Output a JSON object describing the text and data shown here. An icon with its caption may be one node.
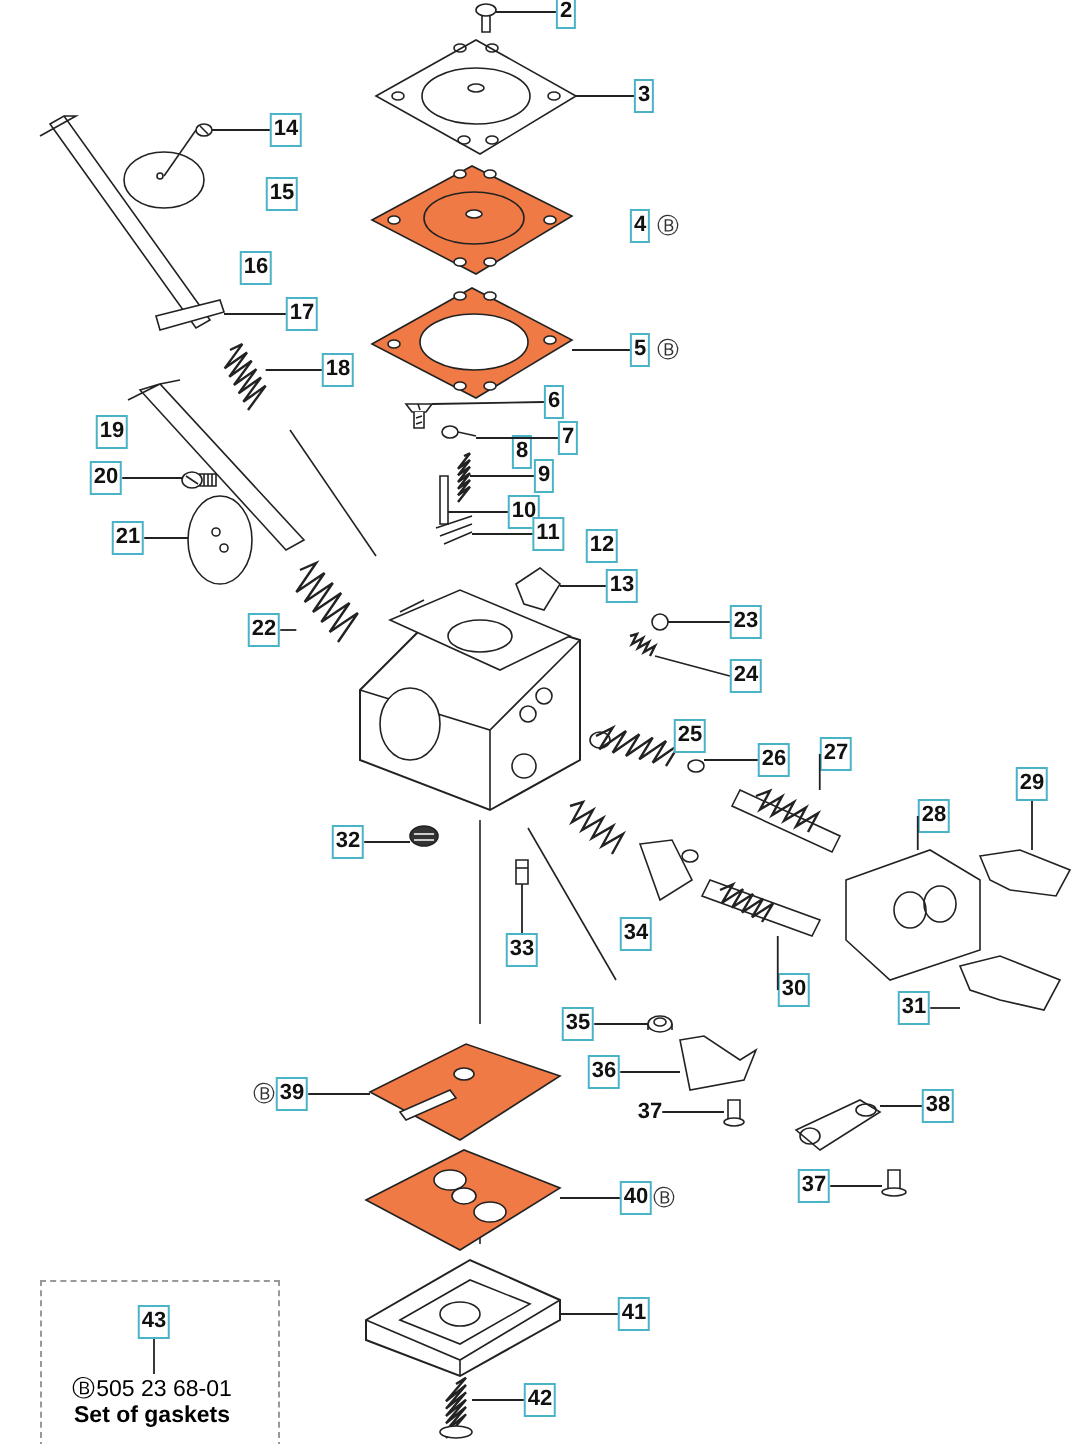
{
  "diagram": {
    "nodes": [
      {
        "text": [
          "2"
        ]
      },
      {
        "text": [
          "3"
        ]
      },
      {
        "text": [
          "4"
        ],
        "beside": [
          "Ⓑ"
        ]
      },
      {
        "text": [
          "5"
        ],
        "beside": [
          "Ⓑ"
        ]
      },
      {
        "text": [
          "6"
        ]
      },
      {
        "text": [
          "7"
        ]
      },
      {
        "text": [
          "8"
        ]
      },
      {
        "text": [
          "9"
        ]
      },
      {
        "text": [
          "10"
        ]
      },
      {
        "text": [
          "11"
        ]
      },
      {
        "text": [
          "12"
        ]
      },
      {
        "text": [
          "13"
        ]
      },
      {
        "text": [
          "14"
        ]
      },
      {
        "text": [
          "15"
        ]
      },
      {
        "text": [
          "16"
        ]
      },
      {
        "text": [
          "17"
        ]
      },
      {
        "text": [
          "18"
        ]
      },
      {
        "text": [
          "19"
        ]
      },
      {
        "text": [
          "20"
        ]
      },
      {
        "text": [
          "21"
        ]
      },
      {
        "text": [
          "22"
        ]
      },
      {
        "text": [
          "23"
        ]
      },
      {
        "text": [
          "24"
        ]
      },
      {
        "text": [
          "25"
        ]
      },
      {
        "text": [
          "26"
        ]
      },
      {
        "text": [
          "27"
        ]
      },
      {
        "text": [
          "28"
        ]
      },
      {
        "text": [
          "29"
        ]
      },
      {
        "text": [
          "30"
        ]
      },
      {
        "text": [
          "31"
        ]
      },
      {
        "text": [
          "32"
        ]
      },
      {
        "text": [
          "33"
        ]
      },
      {
        "text": [
          "34"
        ]
      },
      {
        "text": [
          "35"
        ]
      },
      {
        "text": [
          "36"
        ]
      },
      {
        "text": [
          "37"
        ]
      },
      {
        "text": [
          "38"
        ]
      },
      {
        "text": [
          "37"
        ]
      },
      {
        "text": [
          "39"
        ],
        "beside": [
          "Ⓑ"
        ]
      },
      {
        "text": [
          "40"
        ],
        "beside": [
          "Ⓑ"
        ]
      },
      {
        "text": [
          "41"
        ]
      },
      {
        "text": [
          "42"
        ]
      },
      {
        "text": [],
        "shape": "box"
      },
      {
        "text": [
          "43"
        ],
        "in": 42
      },
      {
        "text": [
          "Ⓑ505 23 68-01",
          "Set of gaskets"
        ],
        "in": 42
      },
      {
        "text": [],
        "shape": "picture"
      },
      {
        "text": [],
        "shape": "picture"
      },
      {
        "text": [],
        "shape": "picture"
      },
      {
        "text": [],
        "shape": "picture"
      },
      {
        "text": [],
        "shape": "picture"
      },
      {
        "text": [],
        "shape": "picture"
      },
      {
        "text": [],
        "shape": "picture"
      },
      {
        "text": [],
        "shape": "picture"
      },
      {
        "text": [],
        "shape": "picture"
      },
      {
        "text": [],
        "shape": "picture"
      },
      {
        "text": [],
        "shape": "picture"
      },
      {
        "text": [],
        "shape": "picture"
      },
      {
        "text": [],
        "shape": "picture"
      },
      {
        "text": [],
        "shape": "picture"
      },
      {
        "text": [],
        "shape": "picture"
      },
      {
        "text": [],
        "shape": "picture"
      },
      {
        "text": [],
        "shape": "picture"
      },
      {
        "text": [],
        "shape": "picture"
      },
      {
        "text": [],
        "shape": "picture"
      },
      {
        "text": [],
        "shape": "picture"
      },
      {
        "text": [],
        "shape": "picture"
      },
      {
        "text": [],
        "shape": "picture"
      },
      {
        "text": [],
        "shape": "picture"
      },
      {
        "text": [],
        "shape": "picture"
      },
      {
        "text": [],
        "shape": "picture"
      },
      {
        "text": [],
        "shape": "picture"
      },
      {
        "text": [],
        "shape": "picture"
      },
      {
        "text": [],
        "shape": "picture"
      },
      {
        "text": [],
        "shape": "picture"
      },
      {
        "text": [],
        "shape": "picture"
      },
      {
        "text": [],
        "shape": "picture"
      },
      {
        "text": [],
        "shape": "picture"
      },
      {
        "text": [],
        "shape": "picture"
      },
      {
        "text": [],
        "shape": "picture"
      },
      {
        "text": [],
        "shape": "picture"
      }
    ],
    "edges": [
      {
        "from": 0,
        "to": 45,
        "arrow": "none"
      },
      {
        "from": 1,
        "to": 46,
        "arrow": "none"
      },
      {
        "from": 3,
        "to": 47,
        "arrow": "none"
      },
      {
        "from": 4,
        "to": 48,
        "arrow": "none"
      },
      {
        "from": 5,
        "to": 49,
        "arrow": "none"
      },
      {
        "from": 7,
        "to": 50,
        "arrow": "none"
      },
      {
        "from": 8,
        "to": 51,
        "arrow": "none"
      },
      {
        "from": 9,
        "to": 52,
        "arrow": "none"
      },
      {
        "from": 11,
        "to": 53,
        "arrow": "none"
      },
      {
        "from": 12,
        "to": 54,
        "arrow": "none"
      },
      {
        "from": 15,
        "to": 55,
        "arrow": "none"
      },
      {
        "from": 16,
        "to": 56,
        "arrow": "none"
      },
      {
        "from": 18,
        "to": 57,
        "arrow": "none"
      },
      {
        "from": 19,
        "to": 58,
        "arrow": "none"
      },
      {
        "from": 20,
        "to": 59,
        "arrow": "none"
      },
      {
        "from": 21,
        "to": 60,
        "arrow": "none"
      },
      {
        "from": 22,
        "to": 61,
        "arrow": "none"
      },
      {
        "from": 24,
        "to": 62,
        "arrow": "none"
      },
      {
        "from": 25,
        "to": 63,
        "arrow": "none"
      },
      {
        "from": 26,
        "to": 64,
        "arrow": "none"
      },
      {
        "from": 27,
        "to": 65,
        "arrow": "none"
      },
      {
        "from": 28,
        "to": 66,
        "arrow": "none"
      },
      {
        "from": 29,
        "to": 67,
        "arrow": "none"
      },
      {
        "from": 30,
        "to": 68,
        "arrow": "none"
      },
      {
        "from": 31,
        "to": 69,
        "arrow": "none"
      },
      {
        "from": 33,
        "to": 70,
        "arrow": "none"
      },
      {
        "from": 34,
        "to": 71,
        "arrow": "none"
      },
      {
        "from": 35,
        "to": 72,
        "arrow": "none"
      },
      {
        "from": 36,
        "to": 73,
        "arrow": "none"
      },
      {
        "from": 37,
        "to": 74,
        "arrow": "none"
      },
      {
        "from": 38,
        "to": 75,
        "arrow": "none"
      },
      {
        "from": 39,
        "to": 76,
        "arrow": "none"
      },
      {
        "from": 40,
        "to": 77,
        "arrow": "none"
      },
      {
        "from": 41,
        "to": 78,
        "arrow": "none"
      },
      {
        "from": 43,
        "to": 44,
        "arrow": "none"
      }
    ]
  }
}
